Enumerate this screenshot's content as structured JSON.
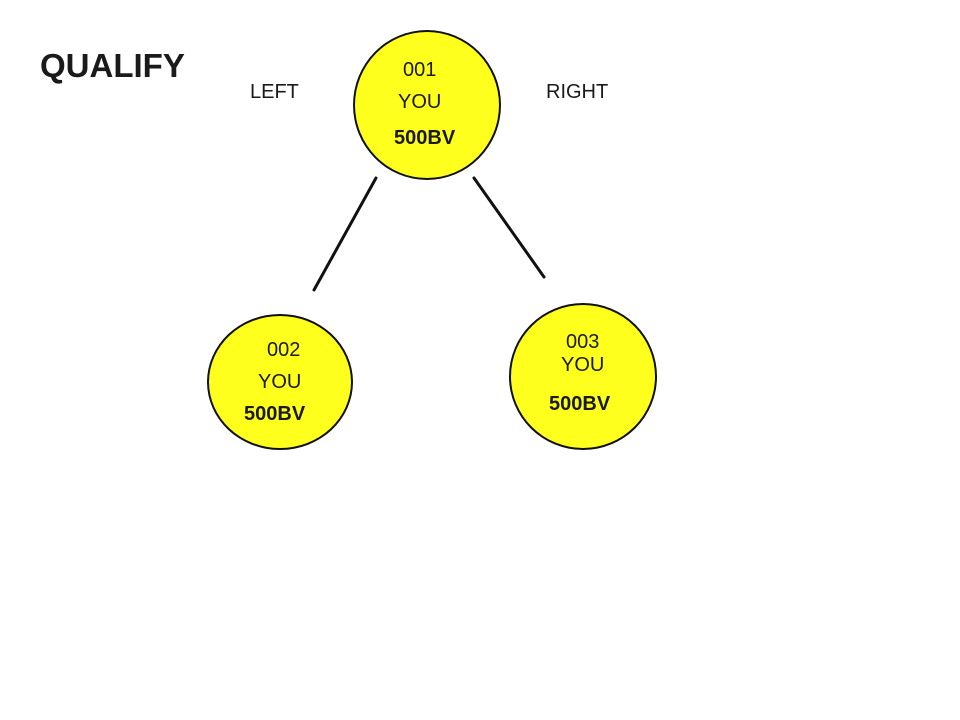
{
  "title": "QUALIFY",
  "labels": {
    "left": "LEFT",
    "right": "RIGHT"
  },
  "nodes": {
    "top": {
      "id": "001",
      "name": "YOU",
      "bv": "500BV"
    },
    "left": {
      "id": "002",
      "name": "YOU",
      "bv": "500BV"
    },
    "right": {
      "id": "003",
      "name": "YOU",
      "bv": "500BV"
    }
  },
  "colors": {
    "node_fill": "#ffff1e",
    "stroke": "#111111",
    "text": "#1a1a1a"
  }
}
